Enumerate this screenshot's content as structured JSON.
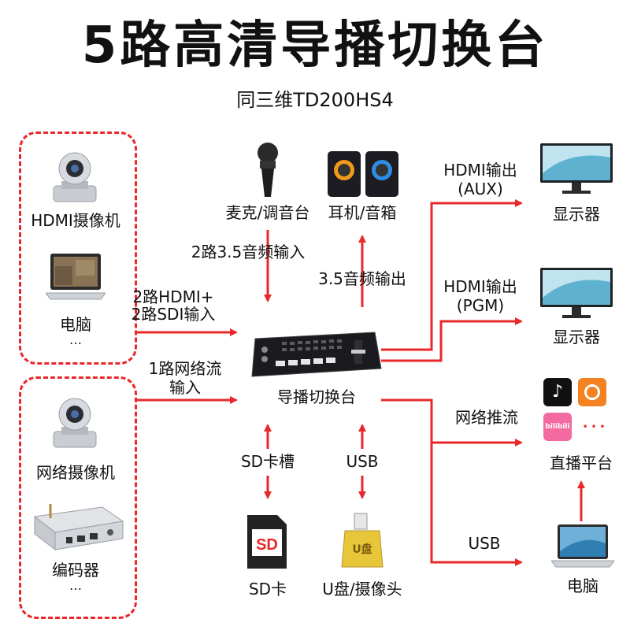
{
  "title": "5路高清导播切换台",
  "subtitle": "同三维TD200HS4",
  "colors": {
    "arrow": "#e8282b",
    "dash": "#e8282b",
    "text": "#111111"
  },
  "inputs_group1": {
    "camera_label": "HDMI摄像机",
    "laptop_label": "电脑",
    "more": "…"
  },
  "inputs_group2": {
    "camera_label": "网络摄像机",
    "encoder_label": "编码器",
    "more": "…"
  },
  "edge_labels": {
    "hdmi_sdi_in_line1": "2路HDMI+",
    "hdmi_sdi_in_line2": "2路SDI输入",
    "net_in_line1": "1路网络流",
    "net_in_line2": "输入",
    "audio_in": "2路3.5音频输入",
    "audio_out": "3.5音频输出",
    "aux_line1": "HDMI输出",
    "aux_line2": "(AUX)",
    "pgm_line1": "HDMI输出",
    "pgm_line2": "(PGM)",
    "stream": "网络推流",
    "usb_out": "USB",
    "sd_slot": "SD卡槽",
    "usb_down": "USB"
  },
  "devices": {
    "mic": "麦克/调音台",
    "speaker": "耳机/音箱",
    "switcher": "导播切换台",
    "monitor_aux": "显示器",
    "monitor_pgm": "显示器",
    "live_platform": "直播平台",
    "pc": "电脑",
    "sd": "SD卡",
    "usb_disk": "U盘/摄像头"
  },
  "icons": {
    "sd_card_text": "SD",
    "usb_disk_text": "U盘",
    "bilibili_text": "bilibili",
    "more_apps": "• • •"
  }
}
